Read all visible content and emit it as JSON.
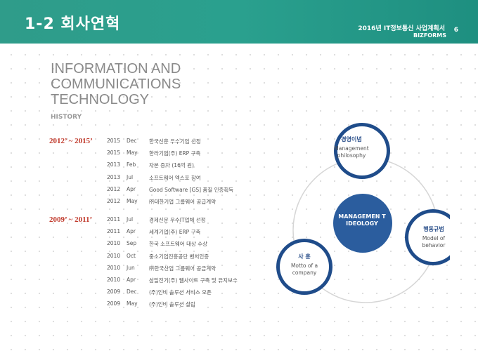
{
  "header": {
    "title": "1-2 회사연혁",
    "subtitle": "2016년 IT정보통신 사업계획서",
    "brand": "BIZFORMS",
    "page_number": "6"
  },
  "heading": "INFORMATION AND COMMUNICATIONS TECHNOLOGY",
  "section_label": "HISTORY",
  "groups": [
    {
      "range": "2012’ ~ 2015’",
      "events": [
        {
          "year": "2015",
          "month": "Dec",
          "text": "한국신문 우수기업 선정"
        },
        {
          "year": "2015",
          "month": "May",
          "text": "한라기업(주) ERP 구축"
        },
        {
          "year": "2013",
          "month": "Feb",
          "text": "자본 증자 (16억 원)"
        },
        {
          "year": "2013",
          "month": "Jul",
          "text": "소프트웨어 엑스포 참여"
        },
        {
          "year": "2012",
          "month": "Apr",
          "text": "Good Software [GS] 품질 인증획득"
        },
        {
          "year": "2012",
          "month": "May",
          "text": "㈜대한기업 그룹웨어 공급계약"
        }
      ]
    },
    {
      "range": "2009’ ~ 2011’",
      "events": [
        {
          "year": "2011",
          "month": "Jul",
          "text": "경제신문 우수IT업체 선정"
        },
        {
          "year": "2011",
          "month": "Apr",
          "text": "세계기업(주) ERP 구축"
        },
        {
          "year": "2010",
          "month": "Sep",
          "text": "한국 소프트웨어 대상 수상"
        },
        {
          "year": "2010",
          "month": "Oct",
          "text": "중소기업진흥공단 벤처인증"
        },
        {
          "year": "2010",
          "month": "Jun",
          "text": "㈜한국산업 그룹웨어 공급계약"
        },
        {
          "year": "2010",
          "month": "Apr",
          "text": "삼일전기(주) 웹사이트 구축 및 유지보수"
        },
        {
          "year": "2009",
          "month": "Dec",
          "text": "(주)인비 솔루션 서비스 오픈"
        },
        {
          "year": "2009",
          "month": "May",
          "text": "(주)인비 솔루션 설립"
        }
      ]
    }
  ],
  "diagram": {
    "center": "MANAGEMEN T IDEOLOGY",
    "nodes": [
      {
        "title": "경영이념",
        "desc": "Management philosophy"
      },
      {
        "title": "행동규범",
        "desc": "Model of behavior"
      },
      {
        "title": "사 훈",
        "desc": "Motto of a company"
      }
    ],
    "colors": {
      "accent": "#2b5d9e",
      "header": "#2aa08e",
      "range": "#c0392b"
    }
  }
}
